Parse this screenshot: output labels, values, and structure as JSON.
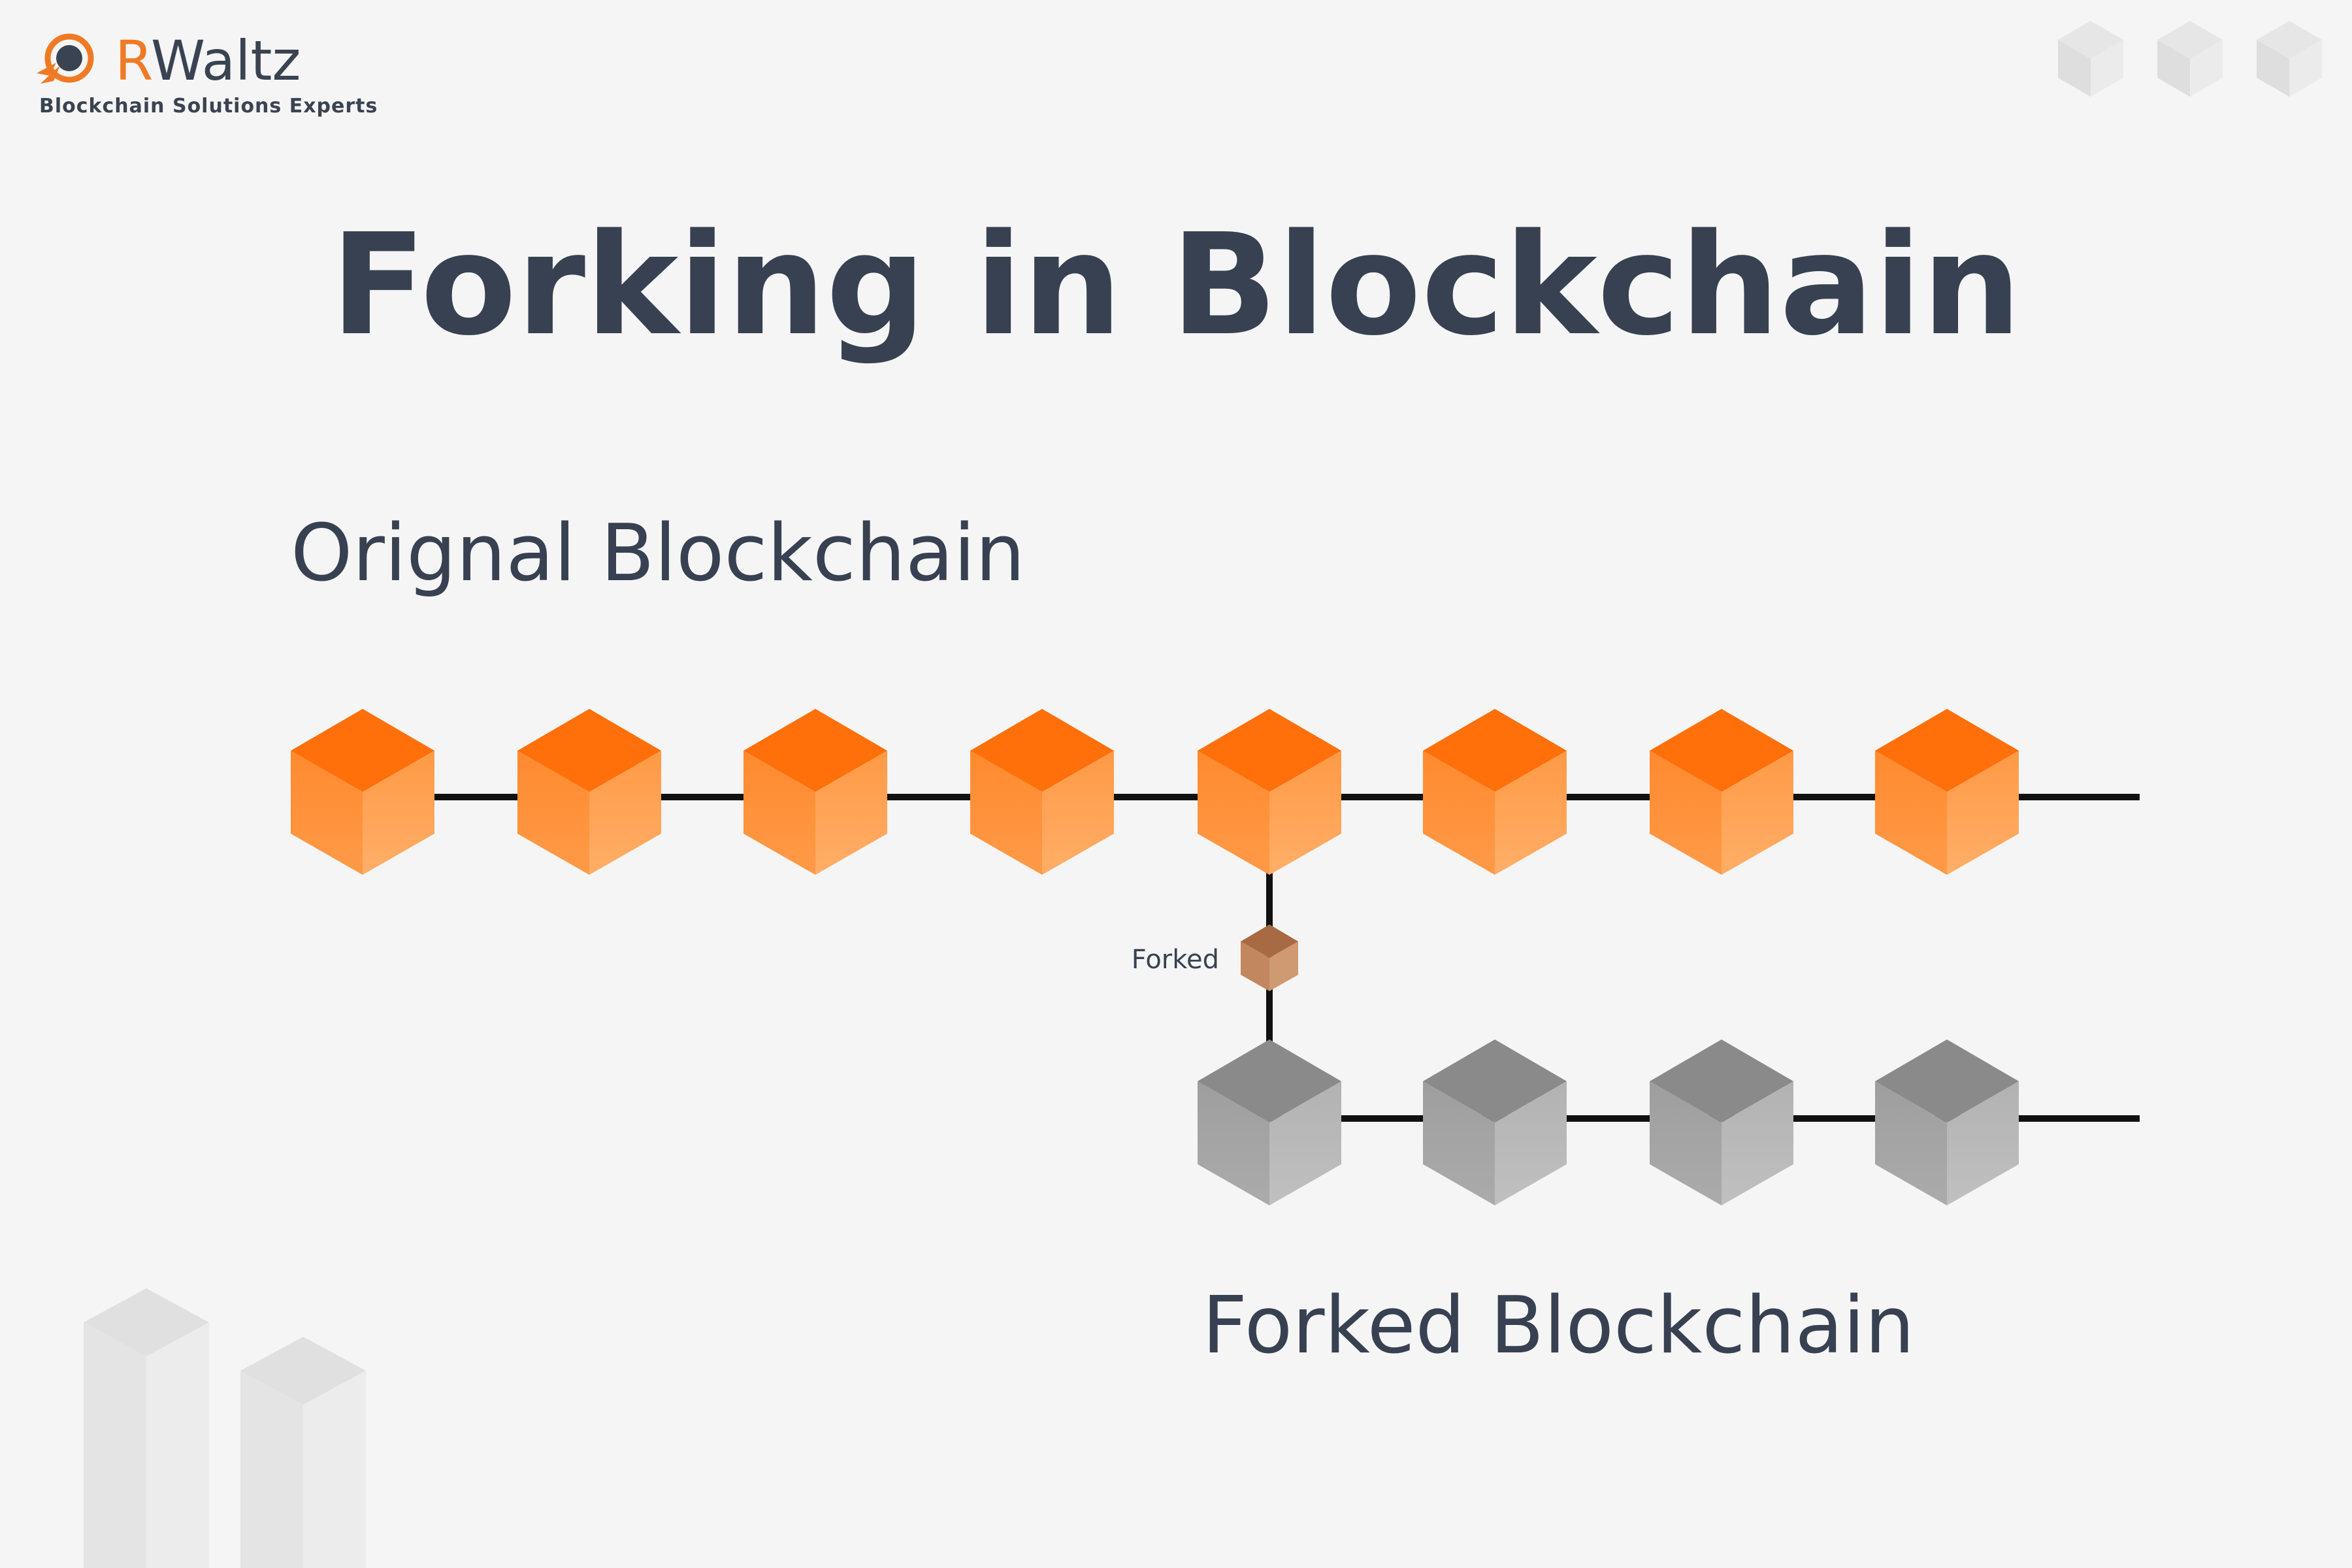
{
  "brand": {
    "name_initial": "R",
    "name_rest": "Waltz",
    "tagline": "Blockchain Solutions  Experts"
  },
  "title": "Forking in Blockchain",
  "labels": {
    "original": "Orignal Blockchain",
    "forked": "Forked Blockchain",
    "fork_point": "Forked"
  },
  "diagram": {
    "original_chain": {
      "block_count": 8,
      "color": "#ff7a1a"
    },
    "forked_chain": {
      "block_count": 4,
      "color": "#a8a8a8"
    },
    "fork_after_block": 5,
    "fork_marker_color": "#b87a50"
  },
  "colors": {
    "background": "#f5f5f5",
    "text": "#374151",
    "accent": "#f07a24"
  },
  "icons": {
    "logo": "rocket-orbit-icon",
    "decor_top": "cube-icon",
    "decor_bottom": "building-icon"
  }
}
